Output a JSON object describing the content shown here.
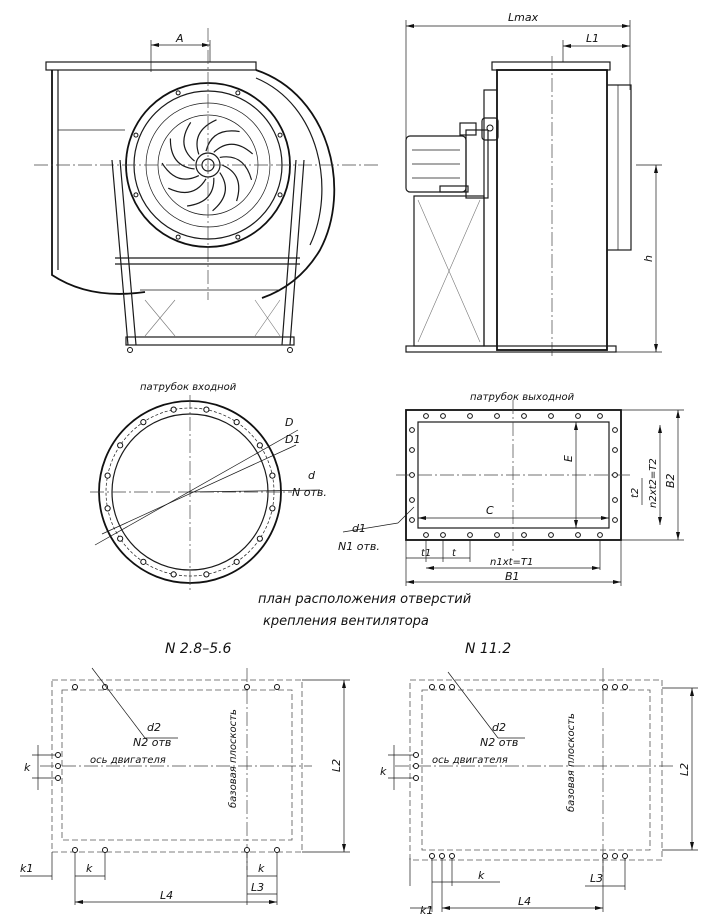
{
  "labels": {
    "dim_a": "A",
    "dim_lmax": "Lmax",
    "dim_l1": "L1",
    "dim_h": "h",
    "inlet_title": "патрубок входной",
    "outlet_title": "патрубок выходной",
    "dim_D": "D",
    "dim_D1": "D1",
    "dim_d": "d",
    "dim_n_otv": "N отв.",
    "dim_d1": "d1",
    "dim_n1_otv": "N1 отв.",
    "dim_E": "E",
    "dim_C": "C",
    "dim_B1": "B1",
    "dim_B2": "B2",
    "dim_t1": "t1",
    "dim_t": "t",
    "dim_n1t": "n1xt=T1",
    "dim_t2": "t2",
    "dim_n2t2": "n2xt2=T2",
    "plan_title_line1": "план расположения отверстий",
    "plan_title_line2": "крепления вентилятора",
    "plan_left_title": "N 2.8–5.6",
    "plan_right_title": "N 11.2",
    "dim_d2": "d2",
    "dim_n2_otv": "N2 отв",
    "motor_axis": "ось двигателя",
    "base_plane": "базовая плоскость",
    "dim_L2": "L2",
    "dim_L3": "L3",
    "dim_L4": "L4",
    "dim_k": "k",
    "dim_k1": "k1"
  },
  "impeller": {
    "blade_count": 11
  },
  "inlet_flange": {
    "hole_count": 16
  }
}
